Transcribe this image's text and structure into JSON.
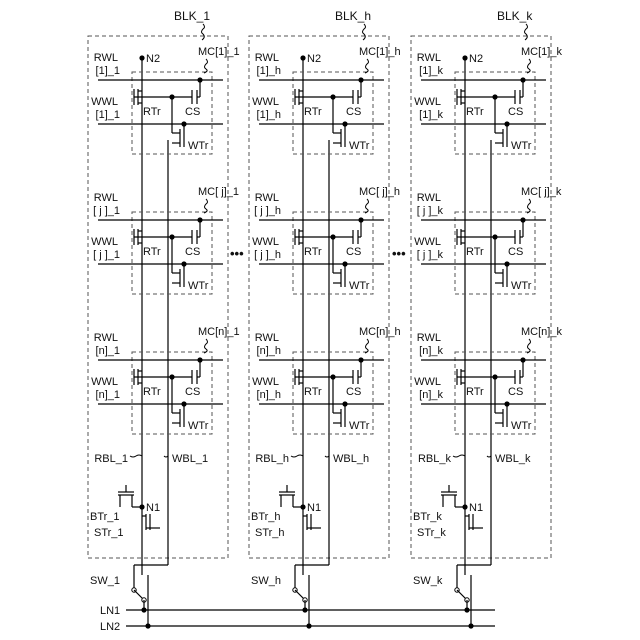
{
  "blocks": [
    {
      "title": "BLK_1",
      "n2": "N2",
      "rows": [
        {
          "mc": "MC[1]_1",
          "rwl": "RWL",
          "rwl_idx": "[1]_1",
          "wwl": "WWL",
          "wwl_idx": "[1]_1",
          "rtr": "RTr",
          "cs": "CS",
          "wtr": "WTr"
        },
        {
          "mc": "MC[ j]_1",
          "rwl": "RWL",
          "rwl_idx": "[ j ]_1",
          "wwl": "WWL",
          "wwl_idx": "[ j ]_1",
          "rtr": "RTr",
          "cs": "CS",
          "wtr": "WTr"
        },
        {
          "mc": "MC[n]_1",
          "rwl": "RWL",
          "rwl_idx": "[n]_1",
          "wwl": "WWL",
          "wwl_idx": "[n]_1",
          "rtr": "RTr",
          "cs": "CS",
          "wtr": "WTr"
        }
      ],
      "rbl": "RBL_1",
      "wbl": "WBL_1",
      "btr": "BTr_1",
      "str": "STr_1",
      "n1": "N1",
      "sw": "SW_1"
    },
    {
      "title": "BLK_h",
      "n2": "N2",
      "rows": [
        {
          "mc": "MC[1]_h",
          "rwl": "RWL",
          "rwl_idx": "[1]_h",
          "wwl": "WWL",
          "wwl_idx": "[1]_h",
          "rtr": "RTr",
          "cs": "CS",
          "wtr": "WTr"
        },
        {
          "mc": "MC[ j]_h",
          "rwl": "RWL",
          "rwl_idx": "[ j ]_h",
          "wwl": "WWL",
          "wwl_idx": "[ j ]_h",
          "rtr": "RTr",
          "cs": "CS",
          "wtr": "WTr"
        },
        {
          "mc": "MC[n]_h",
          "rwl": "RWL",
          "rwl_idx": "[n]_h",
          "wwl": "WWL",
          "wwl_idx": "[n]_h",
          "rtr": "RTr",
          "cs": "CS",
          "wtr": "WTr"
        }
      ],
      "rbl": "RBL_h",
      "wbl": "WBL_h",
      "btr": "BTr_h",
      "str": "STr_h",
      "n1": "N1",
      "sw": "SW_h"
    },
    {
      "title": "BLK_k",
      "n2": "N2",
      "rows": [
        {
          "mc": "MC[1]_k",
          "rwl": "RWL",
          "rwl_idx": "[1]_k",
          "wwl": "WWL",
          "wwl_idx": "[1]_k",
          "rtr": "RTr",
          "cs": "CS",
          "wtr": "WTr"
        },
        {
          "mc": "MC[ j]_k",
          "rwl": "RWL",
          "rwl_idx": "[ j ]_k",
          "wwl": "WWL",
          "wwl_idx": "[ j ]_k",
          "rtr": "RTr",
          "cs": "CS",
          "wtr": "WTr"
        },
        {
          "mc": "MC[n]_k",
          "rwl": "RWL",
          "rwl_idx": "[n]_k",
          "wwl": "WWL",
          "wwl_idx": "[n]_k",
          "rtr": "RTr",
          "cs": "CS",
          "wtr": "WTr"
        }
      ],
      "rbl": "RBL_k",
      "wbl": "WBL_k",
      "btr": "BTr_k",
      "str": "STr_k",
      "n1": "N1",
      "sw": "SW_k"
    }
  ],
  "ellipsis": "•••",
  "lines": {
    "ln1": "LN1",
    "ln2": "LN2"
  }
}
